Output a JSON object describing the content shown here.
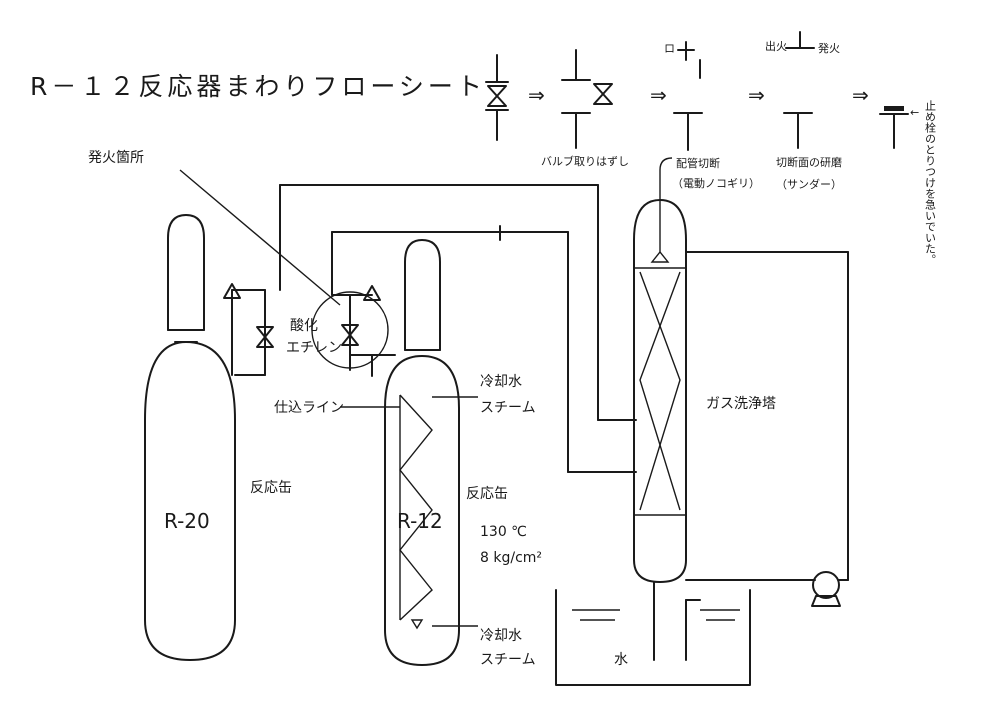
{
  "title": "R－１２反応器まわりフローシート",
  "equipment": {
    "r20": {
      "tag": "R-20",
      "note": "反応缶"
    },
    "r12": {
      "tag": "R-12",
      "note": "反応缶",
      "temperature": "130 ℃",
      "pressure": "8 kg/cm²"
    },
    "scrubber": {
      "label": "ガス洗浄塔"
    },
    "tank": {
      "label": "水"
    }
  },
  "labels": {
    "leak_point": "発火箇所",
    "ethylene_oxide_line1": "酸化",
    "ethylene_oxide_line2": "エチレン",
    "charge_line": "仕込ライン",
    "cooling_top_1": "冷却水",
    "cooling_top_2": "スチーム",
    "cooling_bottom_1": "冷却水",
    "cooling_bottom_2": "スチーム"
  },
  "procedure": {
    "step1": "バルブ取りはずし",
    "step2": "配管切断",
    "step2_sub": "（電動ノコギリ）",
    "step3": "切断面の研磨",
    "step3_sub": "（サンダー）",
    "step3_top": "出火",
    "step3_top2": "発火",
    "step4": "止め栓のとりつけを急いでいた。",
    "step_top_small": "ロ"
  }
}
